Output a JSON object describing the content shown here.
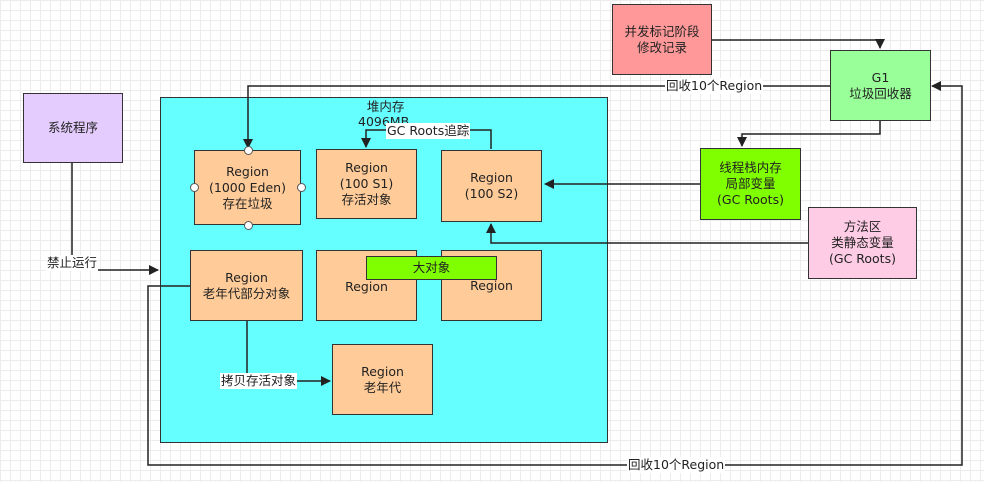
{
  "heap": {
    "title_line1": "堆内存",
    "title_line2": "4096MB",
    "color": "#66ffff"
  },
  "nodes": {
    "eden": {
      "line1": "Region",
      "line2": "(1000 Eden)",
      "line3": "存在垃圾"
    },
    "s1": {
      "line1": "Region",
      "line2": "(100 S1)",
      "line3": "存活对象"
    },
    "s2": {
      "line1": "Region",
      "line2": "(100 S2)"
    },
    "old_partial": {
      "line1": "Region",
      "line2": "老年代部分对象"
    },
    "region_mid": {
      "line1": "Region"
    },
    "region_right": {
      "line1": "Region"
    },
    "big_object": {
      "line1": "大对象"
    },
    "old_gen": {
      "line1": "Region",
      "line2": "老年代"
    },
    "system": {
      "line1": "系统程序"
    },
    "concurrent_mark": {
      "line1": "并发标记阶段",
      "line2": "修改记录"
    },
    "g1": {
      "line1": "G1",
      "line2": "垃圾回收器"
    },
    "thread_stack": {
      "line1": "线程栈内存",
      "line2": "局部变量",
      "line3": "(GC Roots)"
    },
    "method_area": {
      "line1": "方法区",
      "line2": "类静态变量",
      "line3": "(GC Roots)"
    }
  },
  "edge_labels": {
    "recycle_top": "回收10个Region",
    "recycle_bottom": "回收10个Region",
    "gc_roots_trace": "GC Roots追踪",
    "stop_running": "禁止运行",
    "copy_live": "拷贝存活对象"
  },
  "colors": {
    "region": "#ffcc99",
    "system": "#e5ccff",
    "concurrent_mark": "#ff9999",
    "g1": "#99ff99",
    "thread_stack": "#80ff00",
    "method_area": "#ffcce6",
    "big_object": "#80ff00"
  }
}
